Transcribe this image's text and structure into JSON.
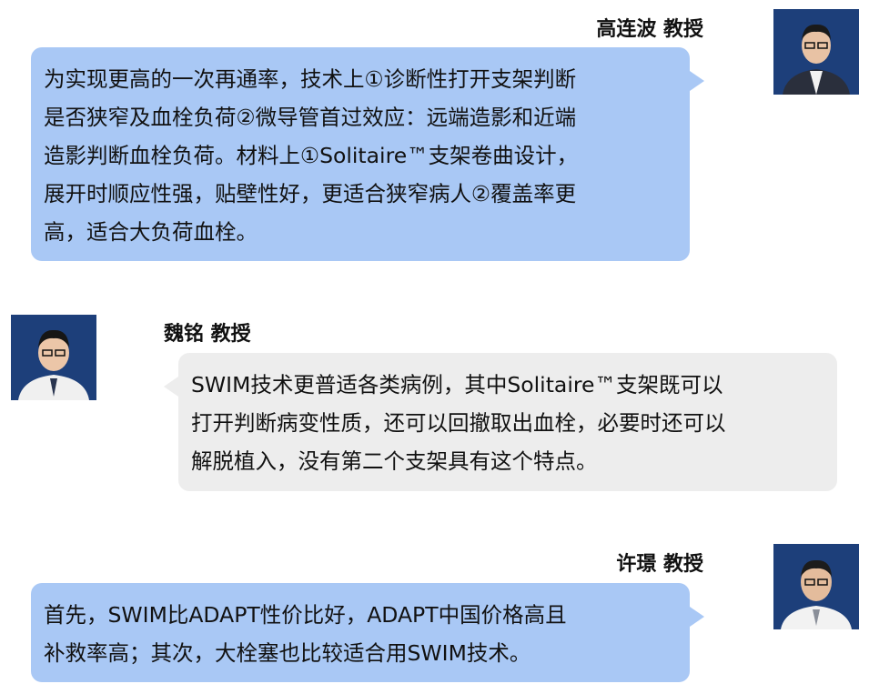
{
  "colors": {
    "right_bubble": "#a9c8f5",
    "left_bubble": "#ededed",
    "avatar_bg": "#1d3f7a"
  },
  "messages": [
    {
      "speaker": "高连波 教授",
      "side": "right",
      "lines": [
        "为实现更高的一次再通率，技术上①诊断性打开支架判断",
        "是否狭窄及血栓负荷②微导管首过效应：远端造影和近端",
        "造影判断血栓负荷。材料上①Solitaire™支架卷曲设计，",
        "展开时顺应性强，贴壁性好，更适合狭窄病人②覆盖率更",
        "高，适合大负荷血栓。"
      ]
    },
    {
      "speaker": "魏铭 教授",
      "side": "left",
      "lines": [
        "SWIM技术更普适各类病例，其中Solitaire™支架既可以",
        "打开判断病变性质，还可以回撤取出血栓，必要时还可以",
        "解脱植入，没有第二个支架具有这个特点。"
      ]
    },
    {
      "speaker": "许璟 教授",
      "side": "right",
      "lines": [
        "首先，SWIM比ADAPT性价比好，ADAPT中国价格高且",
        "补救率高；其次，大栓塞也比较适合用SWIM技术。"
      ]
    }
  ]
}
